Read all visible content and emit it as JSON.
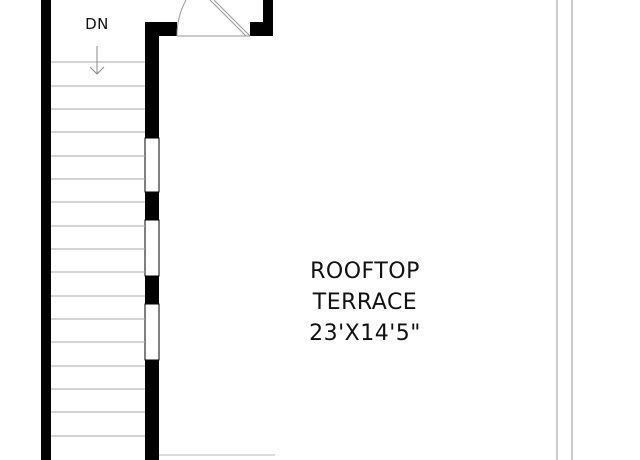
{
  "stairs": {
    "direction_label": "DN"
  },
  "room": {
    "name_line1": "ROOFTOP",
    "name_line2": "TERRACE",
    "dimensions": "23'X14'5\""
  }
}
